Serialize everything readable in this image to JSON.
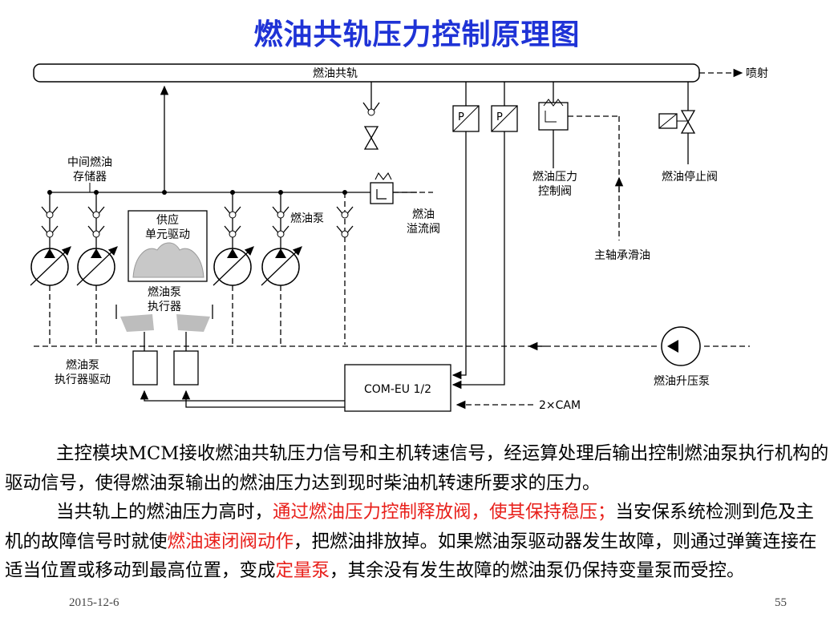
{
  "title": "燃油共轨压力控制原理图",
  "diagram": {
    "rail_label": "燃油共轨",
    "injection_label": "喷射",
    "accumulator_label": [
      "中间燃油",
      "存储器"
    ],
    "supply_unit_label": [
      "供应",
      "单元驱动"
    ],
    "pump_label": "燃油泵",
    "overflow_valve_label": [
      "燃油",
      "溢流阀"
    ],
    "pressure_control_valve_label": [
      "燃油压力",
      "控制阀"
    ],
    "stop_valve_label": "燃油停止阀",
    "bearing_oil_label": "主轴承滑油",
    "actuator_label": [
      "燃油泵",
      "执行器"
    ],
    "actuator_drive_label": [
      "燃油泵",
      "执行器驱动"
    ],
    "controller_label": "COM-EU 1/2",
    "cam_label": "2×CAM",
    "booster_pump_label": "燃油升压泵"
  },
  "body": {
    "para1": "主控模块MCM接收燃油共轨压力信号和主机转速信号，经运算处理后输出控制燃油泵执行机构的驱动信号，使得燃油泵输出的燃油压力达到现时柴油机转速所要求的压力。",
    "para2_a": "当共轨上的燃油压力高时，",
    "para2_red1": "通过燃油压力控制释放阀，使其保持稳压；",
    "para2_b": "当安保系统检测到危及主机的故障信号时就使",
    "para2_red2": "燃油速闭阀动作",
    "para2_c": "，把燃油排放掉。如果燃油泵驱动器发生故障，则通过弹簧连接在适当位置或移动到最高位置，变成",
    "para2_red3": "定量泵",
    "para2_d": "，其余没有发生故障的燃油泵仍保持变量泵而受控。"
  },
  "footer": {
    "date": "2015-12-6",
    "page": "55"
  },
  "colors": {
    "title": "#1f33d6",
    "highlight": "#e8201b"
  }
}
